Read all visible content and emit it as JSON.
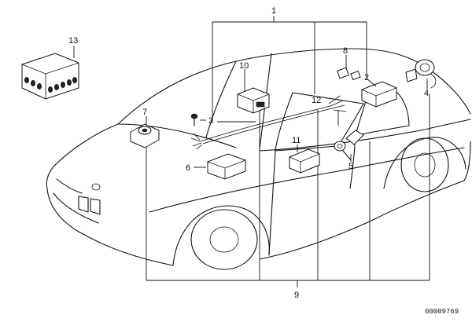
{
  "diagram": {
    "callouts": {
      "c1": "1",
      "c2": "2",
      "c3": "3",
      "c4": "4",
      "c5": "5",
      "c6": "6",
      "c7": "7",
      "c8": "8",
      "c9": "9",
      "c10": "10",
      "c11": "11",
      "c12": "12",
      "c13": "13"
    },
    "doc_number": "00009769"
  }
}
